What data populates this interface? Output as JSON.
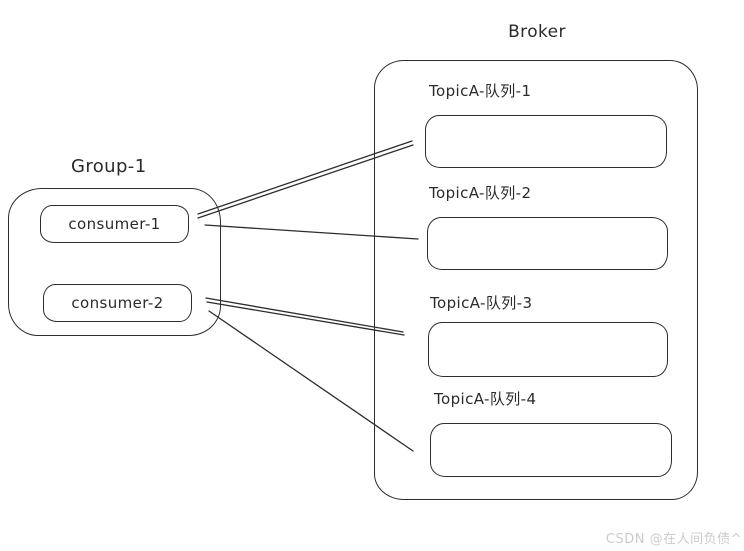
{
  "colors": {
    "background": "#ffffff",
    "stroke": "#2d2d2d",
    "text": "#2b2b2b",
    "watermark": "#cbcbcb"
  },
  "broker": {
    "label": "Broker",
    "queues": [
      {
        "label": "TopicA-队列-1"
      },
      {
        "label": "TopicA-队列-2"
      },
      {
        "label": "TopicA-队列-3"
      },
      {
        "label": "TopicA-队列-4"
      }
    ]
  },
  "group": {
    "label": "Group-1",
    "consumers": [
      {
        "label": "consumer-1"
      },
      {
        "label": "consumer-2"
      }
    ]
  },
  "edges": [
    {
      "name": "edge-consumer1-queue1",
      "from": "consumer-1",
      "to": "TopicA-队列-1",
      "stroke_style": "double",
      "segments": [
        [
          198,
          214,
          412,
          141
        ],
        [
          198,
          218,
          413,
          145
        ]
      ]
    },
    {
      "name": "edge-consumer1-queue2",
      "from": "consumer-1",
      "to": "TopicA-队列-2",
      "stroke_style": "single",
      "segments": [
        [
          205,
          225,
          418,
          239
        ]
      ]
    },
    {
      "name": "edge-consumer2-queue3",
      "from": "consumer-2",
      "to": "TopicA-队列-3",
      "stroke_style": "double",
      "segments": [
        [
          206,
          298,
          403,
          332
        ],
        [
          207,
          302,
          404,
          335
        ]
      ]
    },
    {
      "name": "edge-consumer2-queue4",
      "from": "consumer-2",
      "to": "TopicA-队列-4",
      "stroke_style": "single",
      "segments": [
        [
          209,
          311,
          413,
          451
        ]
      ]
    }
  ],
  "watermark": {
    "text": "CSDN @在人间负债^"
  }
}
